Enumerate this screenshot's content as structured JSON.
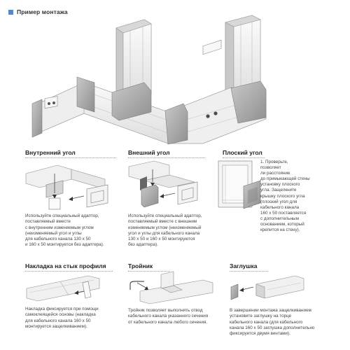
{
  "header": {
    "title": "Пример монтажа"
  },
  "sections": {
    "inner_corner": {
      "title": "Внутренний угол",
      "lines": [
        "Используйте специальный адаптор,",
        "поставляемый вместе",
        "с внутренним изменяемым углом",
        "(неизменяемый угол и углы",
        "для кабельного канала 130 х 50",
        "и 160 х 50 монтируется без адаптера)."
      ]
    },
    "outer_corner": {
      "title": "Внешний угол",
      "lines": [
        "Используйте специальный адаптор,",
        "поставляемый вместе с внешним",
        "изменяемым углом (неизменяемый",
        "угол и углы для кабельного канала",
        "130 х 50 и 160 х 50 монтируются",
        "без адаптера)."
      ]
    },
    "flat_corner": {
      "title": "Плоский угол",
      "lines": [
        "1. Проверьте,",
        "позволяет",
        "ли расстояние",
        "до примыкающей стены",
        "установку плоского",
        "угла. Защелкните",
        "крышку плоского угла",
        "(плоский угол для",
        "кабельного канала",
        "160 х 50 поставляется",
        "с дополнительным",
        "основанием, который",
        "крепится на стену)."
      ]
    },
    "joint_cover": {
      "title": "Накладка на стык профиля",
      "lines": [
        "Накладка фиксируется при помощи",
        "самоклеящейся основы (накладка",
        "для кабельного канала 160 х 50",
        "монтируется защелкиванием)."
      ]
    },
    "tee": {
      "title": "Тройник",
      "lines": [
        "Тройник позволяет выполнять отвод",
        "кабельного канала указанного сечения",
        "от кабельного канала любого сечения."
      ]
    },
    "end_cap": {
      "title": "Заглушка",
      "lines": [
        "В завершении монтажа защелкиванием",
        "установите заглушку на торце",
        "кабельного канала (для кабельного",
        "канала 160 х 50 заглушка дополнительно",
        "фиксируется двумя винтами)."
      ]
    }
  },
  "colors": {
    "header_square": "#5a85c4",
    "channel_white": "#f2f2f2",
    "channel_gray": "#b5b5b5",
    "shadow": "#9a9a9a"
  }
}
